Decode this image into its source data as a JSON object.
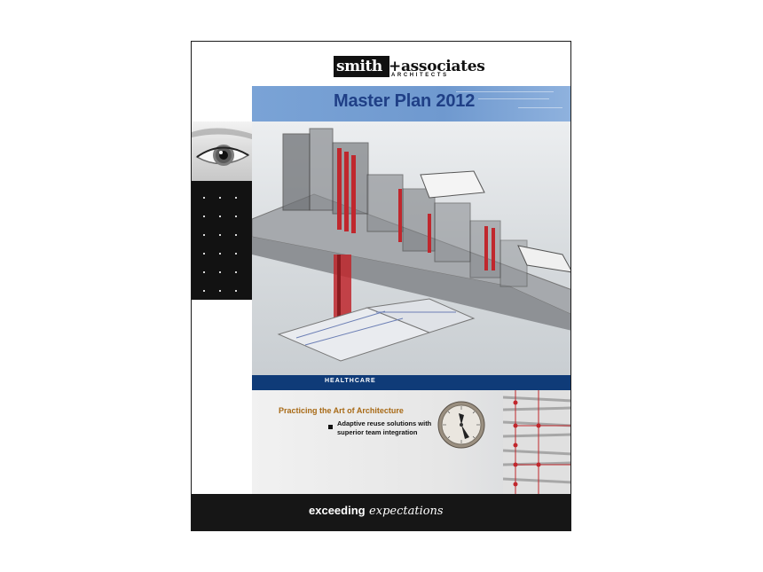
{
  "brochure": {
    "logo": {
      "part1": "smith",
      "part2": "+associates",
      "sub": "ARCHITECTS"
    },
    "title": "Master Plan 2012",
    "section_label": "HEALTHCARE",
    "tagline_heading": "Practicing the Art of Architecture",
    "bullets": [
      "Adaptive reuse solutions with superior team integration"
    ],
    "footer": {
      "word_bold": "exceeding",
      "word_italic": "expectations"
    },
    "colors": {
      "title_band": "#7aa3d6",
      "title_text": "#1f3f86",
      "section_band": "#0f3b78",
      "tagline": "#a86a16",
      "footer_band": "#161616",
      "accent_red": "#c0272d"
    }
  }
}
